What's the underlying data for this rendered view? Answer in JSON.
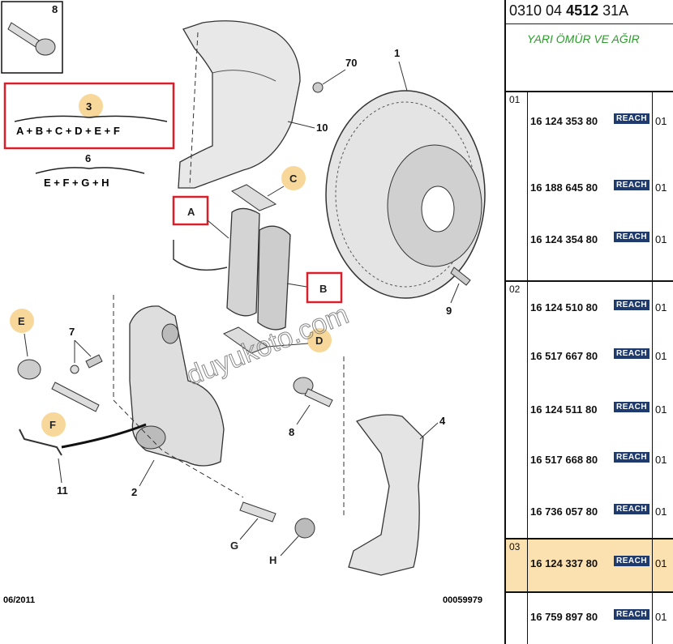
{
  "diagram": {
    "callouts": {
      "c1": "1",
      "c2": "2",
      "c3": "3",
      "c4": "4",
      "c6": "6",
      "c7": "7",
      "c8a": "8",
      "c8b": "8",
      "c9": "9",
      "c10": "10",
      "c11": "11",
      "c70": "70"
    },
    "letters": {
      "a": "A",
      "b": "B",
      "c": "C",
      "d": "D",
      "e": "E",
      "f": "F",
      "g": "G",
      "h": "H"
    },
    "formula_3": "A + B + C + D + E + F",
    "formula_6": "E + F + G + H",
    "date_code": "06/2011",
    "drawing_number": "00059979",
    "watermark": "duyukoto.com"
  },
  "panel": {
    "part_code_prefix": "0310 04 ",
    "part_code_bold": "4512",
    "part_code_suffix": " 31A",
    "note": "YARI ÖMÜR VE AĞIR",
    "reach_label": "REACH",
    "groups": [
      {
        "num": "01",
        "rows": [
          {
            "pn": "16 124 353 80",
            "qty": "01"
          },
          {
            "pn": "16 188 645 80",
            "qty": "01"
          },
          {
            "pn": "16 124 354 80",
            "qty": "01"
          }
        ]
      },
      {
        "num": "02",
        "rows": [
          {
            "pn": "16 124 510 80",
            "qty": "01"
          },
          {
            "pn": "16 517 667 80",
            "qty": "01"
          },
          {
            "pn": "16 124 511 80",
            "qty": "01"
          },
          {
            "pn": "16 517 668 80",
            "qty": "01"
          },
          {
            "pn": "16 736 057 80",
            "qty": "01"
          }
        ]
      },
      {
        "num": "03",
        "rows": [
          {
            "pn": "16 124 337 80",
            "qty": "01"
          },
          {
            "pn": "16 759 897 80",
            "qty": "01"
          }
        ]
      }
    ]
  }
}
